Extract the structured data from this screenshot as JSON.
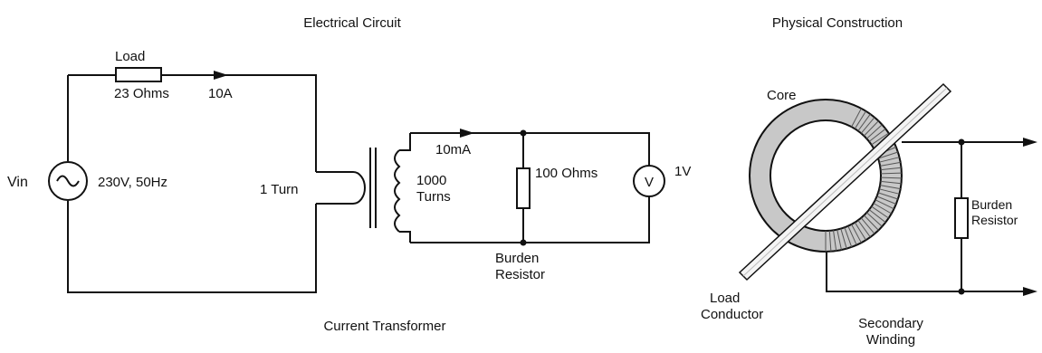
{
  "titles": {
    "electrical_circuit": "Electrical Circuit",
    "physical_construction": "Physical Construction",
    "current_transformer": "Current Transformer"
  },
  "primary_circuit": {
    "load_label": "Load",
    "load_resistance": "23 Ohms",
    "current": "10A",
    "source_label": "Vin",
    "source_rating": "230V, 50Hz",
    "primary_turns": "1 Turn"
  },
  "secondary_circuit": {
    "current": "10mA",
    "turns_line1": "1000",
    "turns_line2": "Turns",
    "burden_resistance": "100 Ohms",
    "voltmeter_symbol": "V",
    "voltmeter_reading": "1V",
    "burden_label_line1": "Burden",
    "burden_label_line2": "Resistor"
  },
  "physical": {
    "core_label": "Core",
    "burden_label_line1": "Burden",
    "burden_label_line2": "Resistor",
    "conductor_label_line1": "Load",
    "conductor_label_line2": "Conductor",
    "winding_label_line1": "Secondary",
    "winding_label_line2": "Winding"
  },
  "colors": {
    "line": "#111111",
    "core_fill": "#c8c8c8",
    "winding_fill": "#dcdcdc",
    "background": "#ffffff"
  }
}
